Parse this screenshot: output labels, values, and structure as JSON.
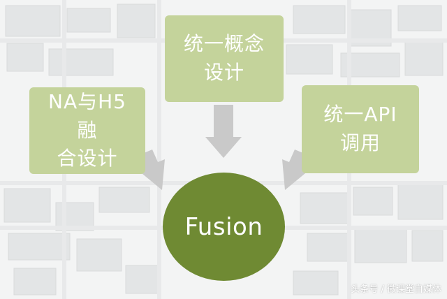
{
  "diagram": {
    "left_node": {
      "label": "NA与H5融\n合设计"
    },
    "top_node": {
      "label": "统一概念\n设计"
    },
    "right_node": {
      "label": "统一API\n调用"
    },
    "center_node": {
      "label": "Fusion"
    }
  },
  "colors": {
    "box_fill": "#c4d39b",
    "center_fill": "#6f8a33",
    "arrow_fill": "#c9c9c9",
    "text": "#ffffff"
  },
  "watermark": {
    "text": "头条号 / 微课堂自媒体"
  }
}
